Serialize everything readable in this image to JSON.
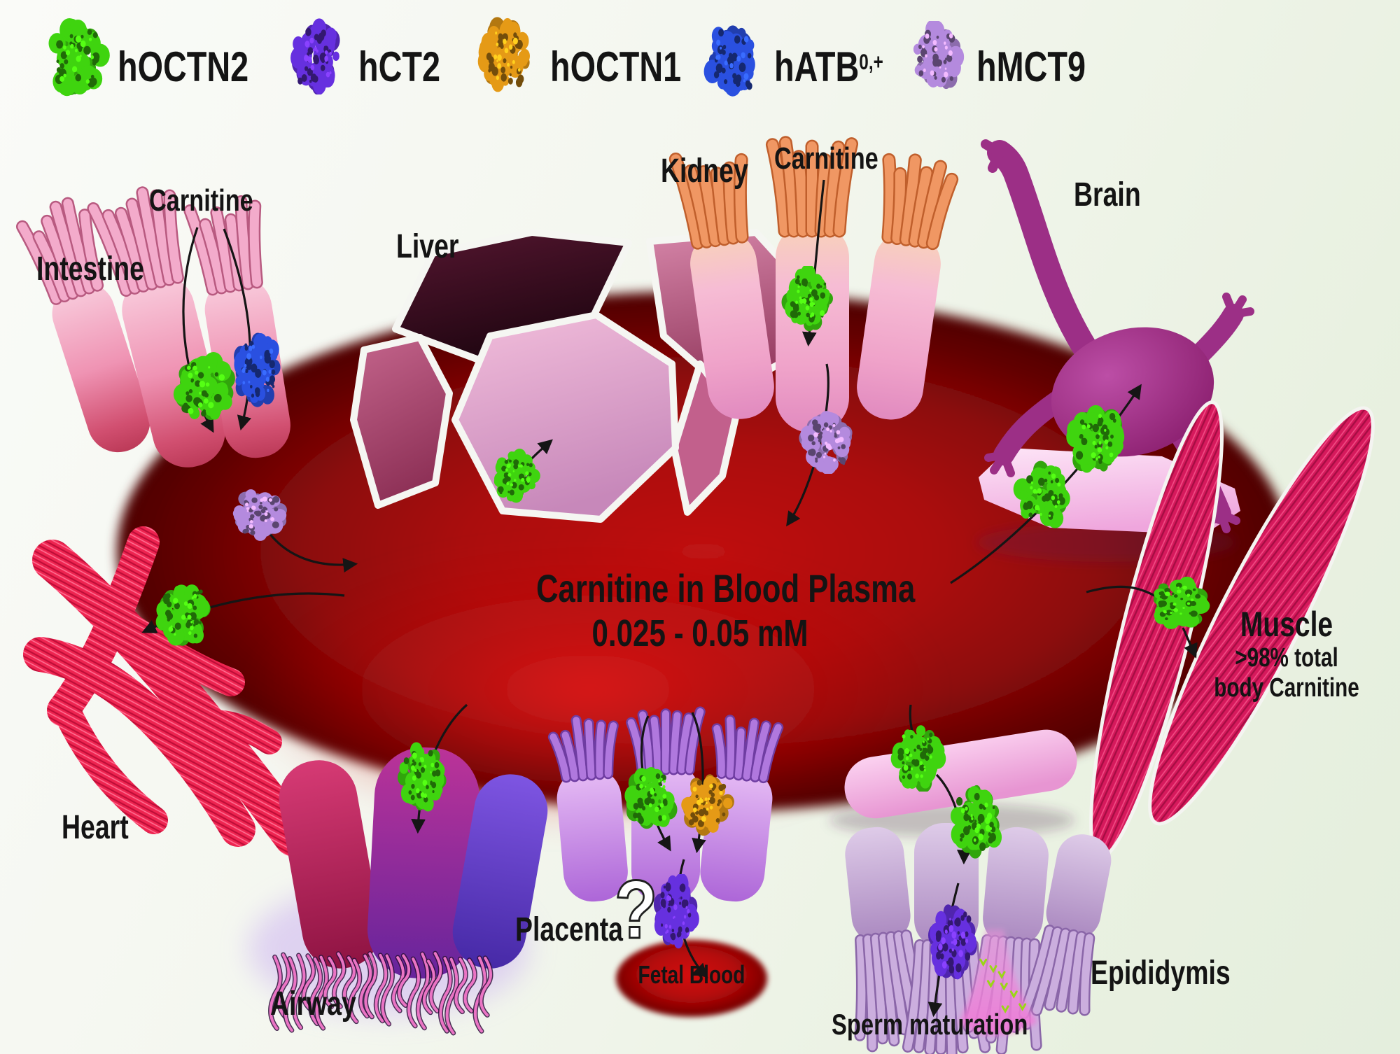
{
  "legend": {
    "items": [
      {
        "id": "hOCTN2",
        "label": "hOCTN2",
        "color": "#3fd40f"
      },
      {
        "id": "hCT2",
        "label": "hCT2",
        "color": "#6630df"
      },
      {
        "id": "hOCTN1",
        "label": "hOCTN1",
        "color": "#e59a16"
      },
      {
        "id": "hATB",
        "label": "hATB",
        "superscript": "0,+",
        "color": "#2a50e0"
      },
      {
        "id": "hMCT9",
        "label": "hMCT9",
        "color": "#b48ade"
      }
    ]
  },
  "plasma": {
    "title": "Carnitine in Blood Plasma",
    "range": "0.025 - 0.05 mM"
  },
  "labels": {
    "intestine": "Intestine",
    "carnitine_intestine": "Carnitine",
    "liver": "Liver",
    "kidney": "Kidney",
    "carnitine_kidney": "Carnitine",
    "brain": "Brain",
    "muscle": "Muscle",
    "muscle_note1": ">98% total",
    "muscle_note2": "body Carnitine",
    "heart": "Heart",
    "airway": "Airway",
    "placenta": "Placenta",
    "fetal_blood": "Fetal Blood",
    "epididymis": "Epididymis",
    "sperm_maturation": "Sperm maturation",
    "question_mark": "?"
  }
}
